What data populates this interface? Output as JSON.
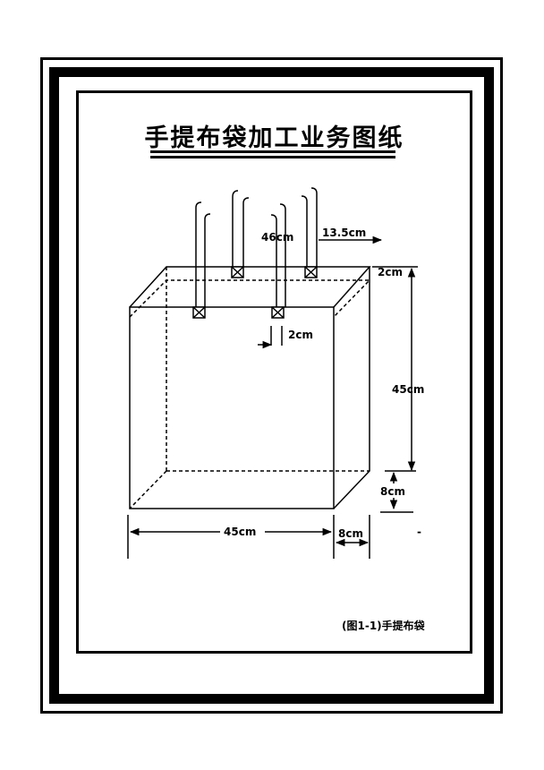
{
  "title": "手提布袋加工业务图纸",
  "caption": "(图1-1)手提布袋",
  "dimensions": {
    "handle_spacing": "46cm",
    "handle_offset": "13.5cm",
    "top_hem": "2cm",
    "handle_width": "2cm",
    "height": "45cm",
    "bottom_gusset": "8cm",
    "width": "45cm",
    "side_gusset": "8cm"
  },
  "stray_mark": "-"
}
